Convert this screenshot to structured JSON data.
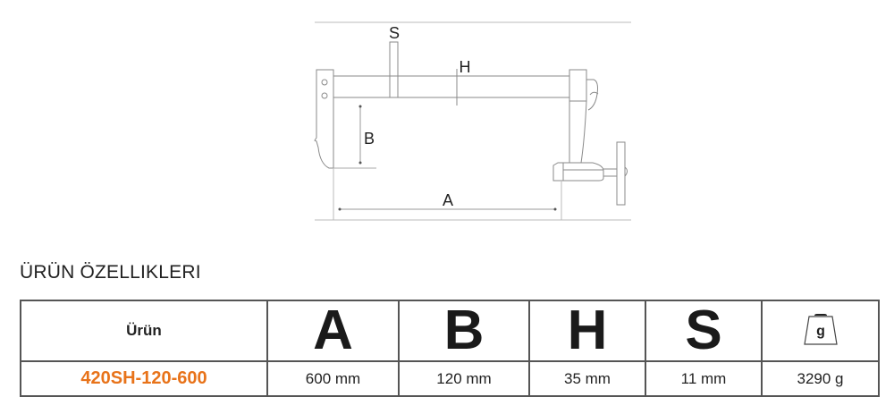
{
  "diagram": {
    "labels": {
      "s": "S",
      "h": "H",
      "b": "B",
      "a": "A"
    }
  },
  "section": {
    "title": "ÜRÜN ÖZELLIKLERI"
  },
  "table": {
    "headers": {
      "product": "Ürün",
      "a": "A",
      "b": "B",
      "h": "H",
      "s": "S",
      "weight_icon": "weight-icon",
      "weight_icon_letter": "g"
    },
    "rows": [
      {
        "product": "420SH-120-600",
        "a": "600 mm",
        "b": "120 mm",
        "h": "35 mm",
        "s": "11 mm",
        "weight": "3290 g"
      }
    ]
  },
  "colors": {
    "accent": "#e8731a",
    "border": "#555555",
    "line": "#777777"
  }
}
